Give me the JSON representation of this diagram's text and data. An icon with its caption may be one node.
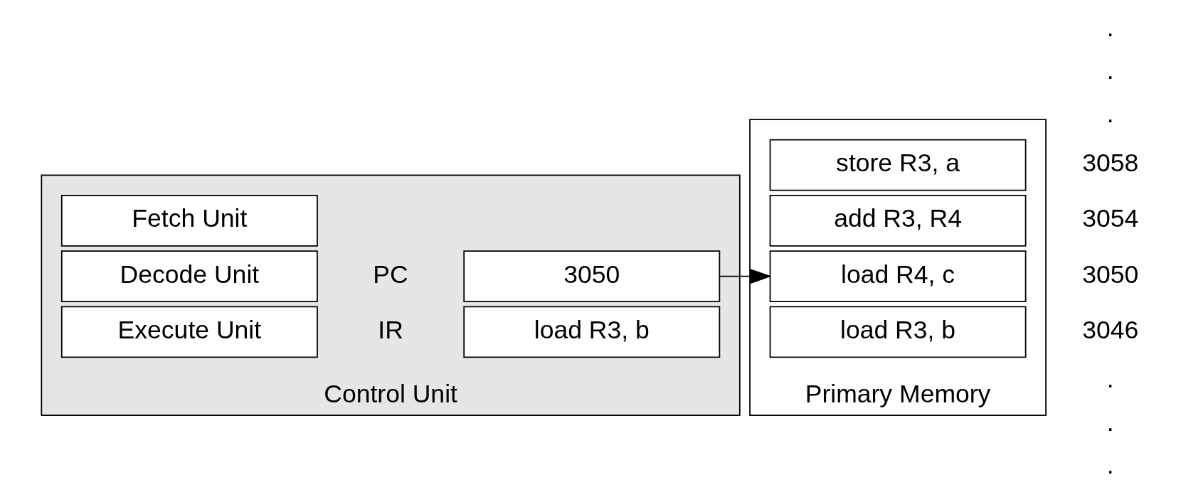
{
  "diagram": {
    "nodes": [
      {
        "text": [
          "Control Unit"
        ]
      },
      {
        "text": [
          "Fetch Unit"
        ],
        "in": 0
      },
      {
        "text": [
          "Decode Unit"
        ],
        "in": 0
      },
      {
        "text": [
          "Execute Unit"
        ],
        "in": 0
      },
      {
        "text": [
          "3050"
        ],
        "in": 0,
        "beside": [
          "PC"
        ]
      },
      {
        "text": [
          "load R3, b"
        ],
        "in": 0,
        "beside": [
          "IR"
        ]
      },
      {
        "text": [
          "Primary Memory"
        ]
      },
      {
        "text": [
          "load R3, b"
        ],
        "in": 6,
        "beside": [
          "3046"
        ]
      },
      {
        "text": [
          "load R4, c"
        ],
        "in": 6,
        "beside": [
          "3050"
        ]
      },
      {
        "text": [
          "add R3, R4"
        ],
        "in": 6,
        "beside": [
          "3054"
        ]
      },
      {
        "text": [
          "store R3, a"
        ],
        "in": 6,
        "beside": [
          "3058"
        ]
      }
    ],
    "edges": [
      {
        "from": 4,
        "to": 8,
        "arrow": "to"
      }
    ],
    "labels": [
      ".",
      ".",
      ".",
      ".",
      ".",
      "."
    ]
  }
}
